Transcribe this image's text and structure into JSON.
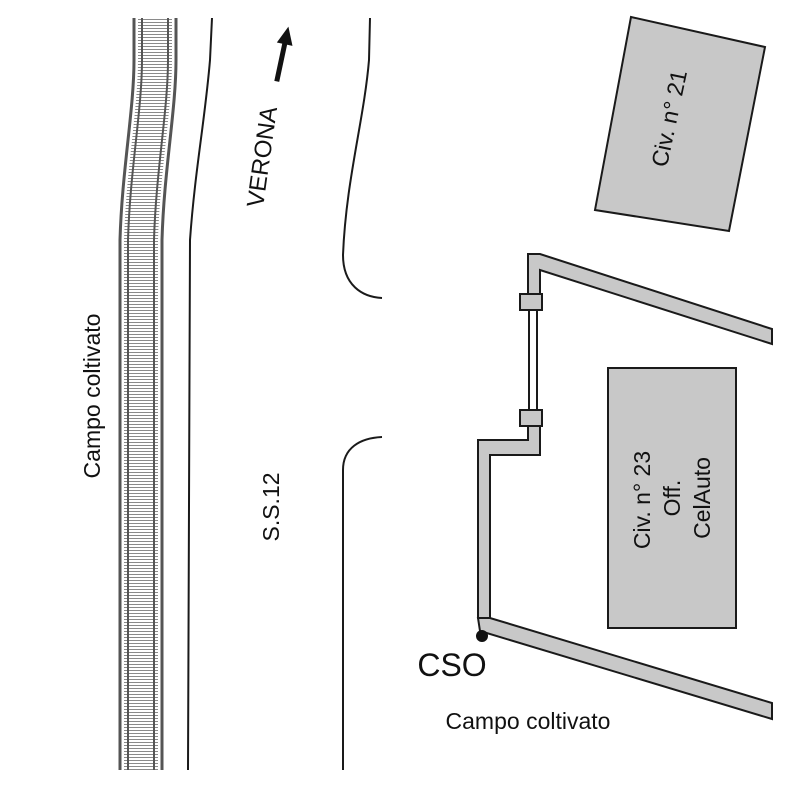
{
  "labels": {
    "field_left": "Campo coltivato",
    "field_bottom": "Campo coltivato",
    "road_name": "S.S.12",
    "direction": "VERONA",
    "building_21": "Civ. n° 21",
    "building_23_line1": "Civ. n° 23",
    "building_23_line2": "Off.",
    "building_23_line3": "CelAuto",
    "point_label": "CSO"
  },
  "colors": {
    "building_fill": "#c8c8c8",
    "fence_fill": "#c8c8c8",
    "stroke": "#1a1a1a",
    "canal": "#888888"
  },
  "icons": {
    "direction_arrow": "arrow-up-icon",
    "point_marker": "dot-marker-icon"
  }
}
